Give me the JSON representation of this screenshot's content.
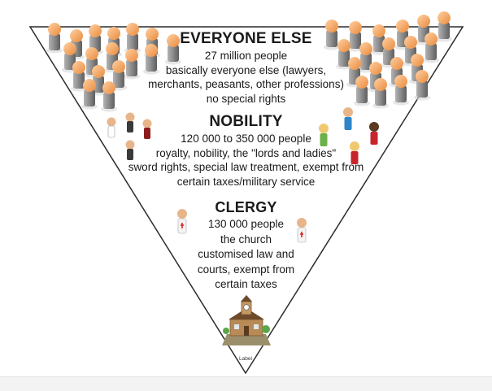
{
  "tiers": [
    {
      "title": "EVERYONE ELSE",
      "lines": [
        "27 million people",
        "basically everyone else (lawyers,",
        "merchants, peasants, other professions)",
        "no special rights"
      ]
    },
    {
      "title": "NOBILITY",
      "lines": [
        "120 000 to 350 000 people",
        "royalty, nobility, the \"lords and ladies\"",
        "sword rights, special law treatment, exempt from",
        "certain taxes/military service"
      ]
    },
    {
      "title": "CLERGY",
      "lines": [
        "130 000 people",
        "the church",
        "customised law and",
        "courts, exempt from",
        "certain taxes"
      ]
    }
  ],
  "church_label": "Label",
  "colors": {
    "outline": "#2b2b2b",
    "peg_head": "#f4a462",
    "peg_body": "#8c8c8c"
  },
  "icons": {
    "crowd": "peg-figure-icon",
    "nobility": "noble-figure-icon",
    "clergy": "cleric-figure-icon",
    "church": "church-icon"
  }
}
